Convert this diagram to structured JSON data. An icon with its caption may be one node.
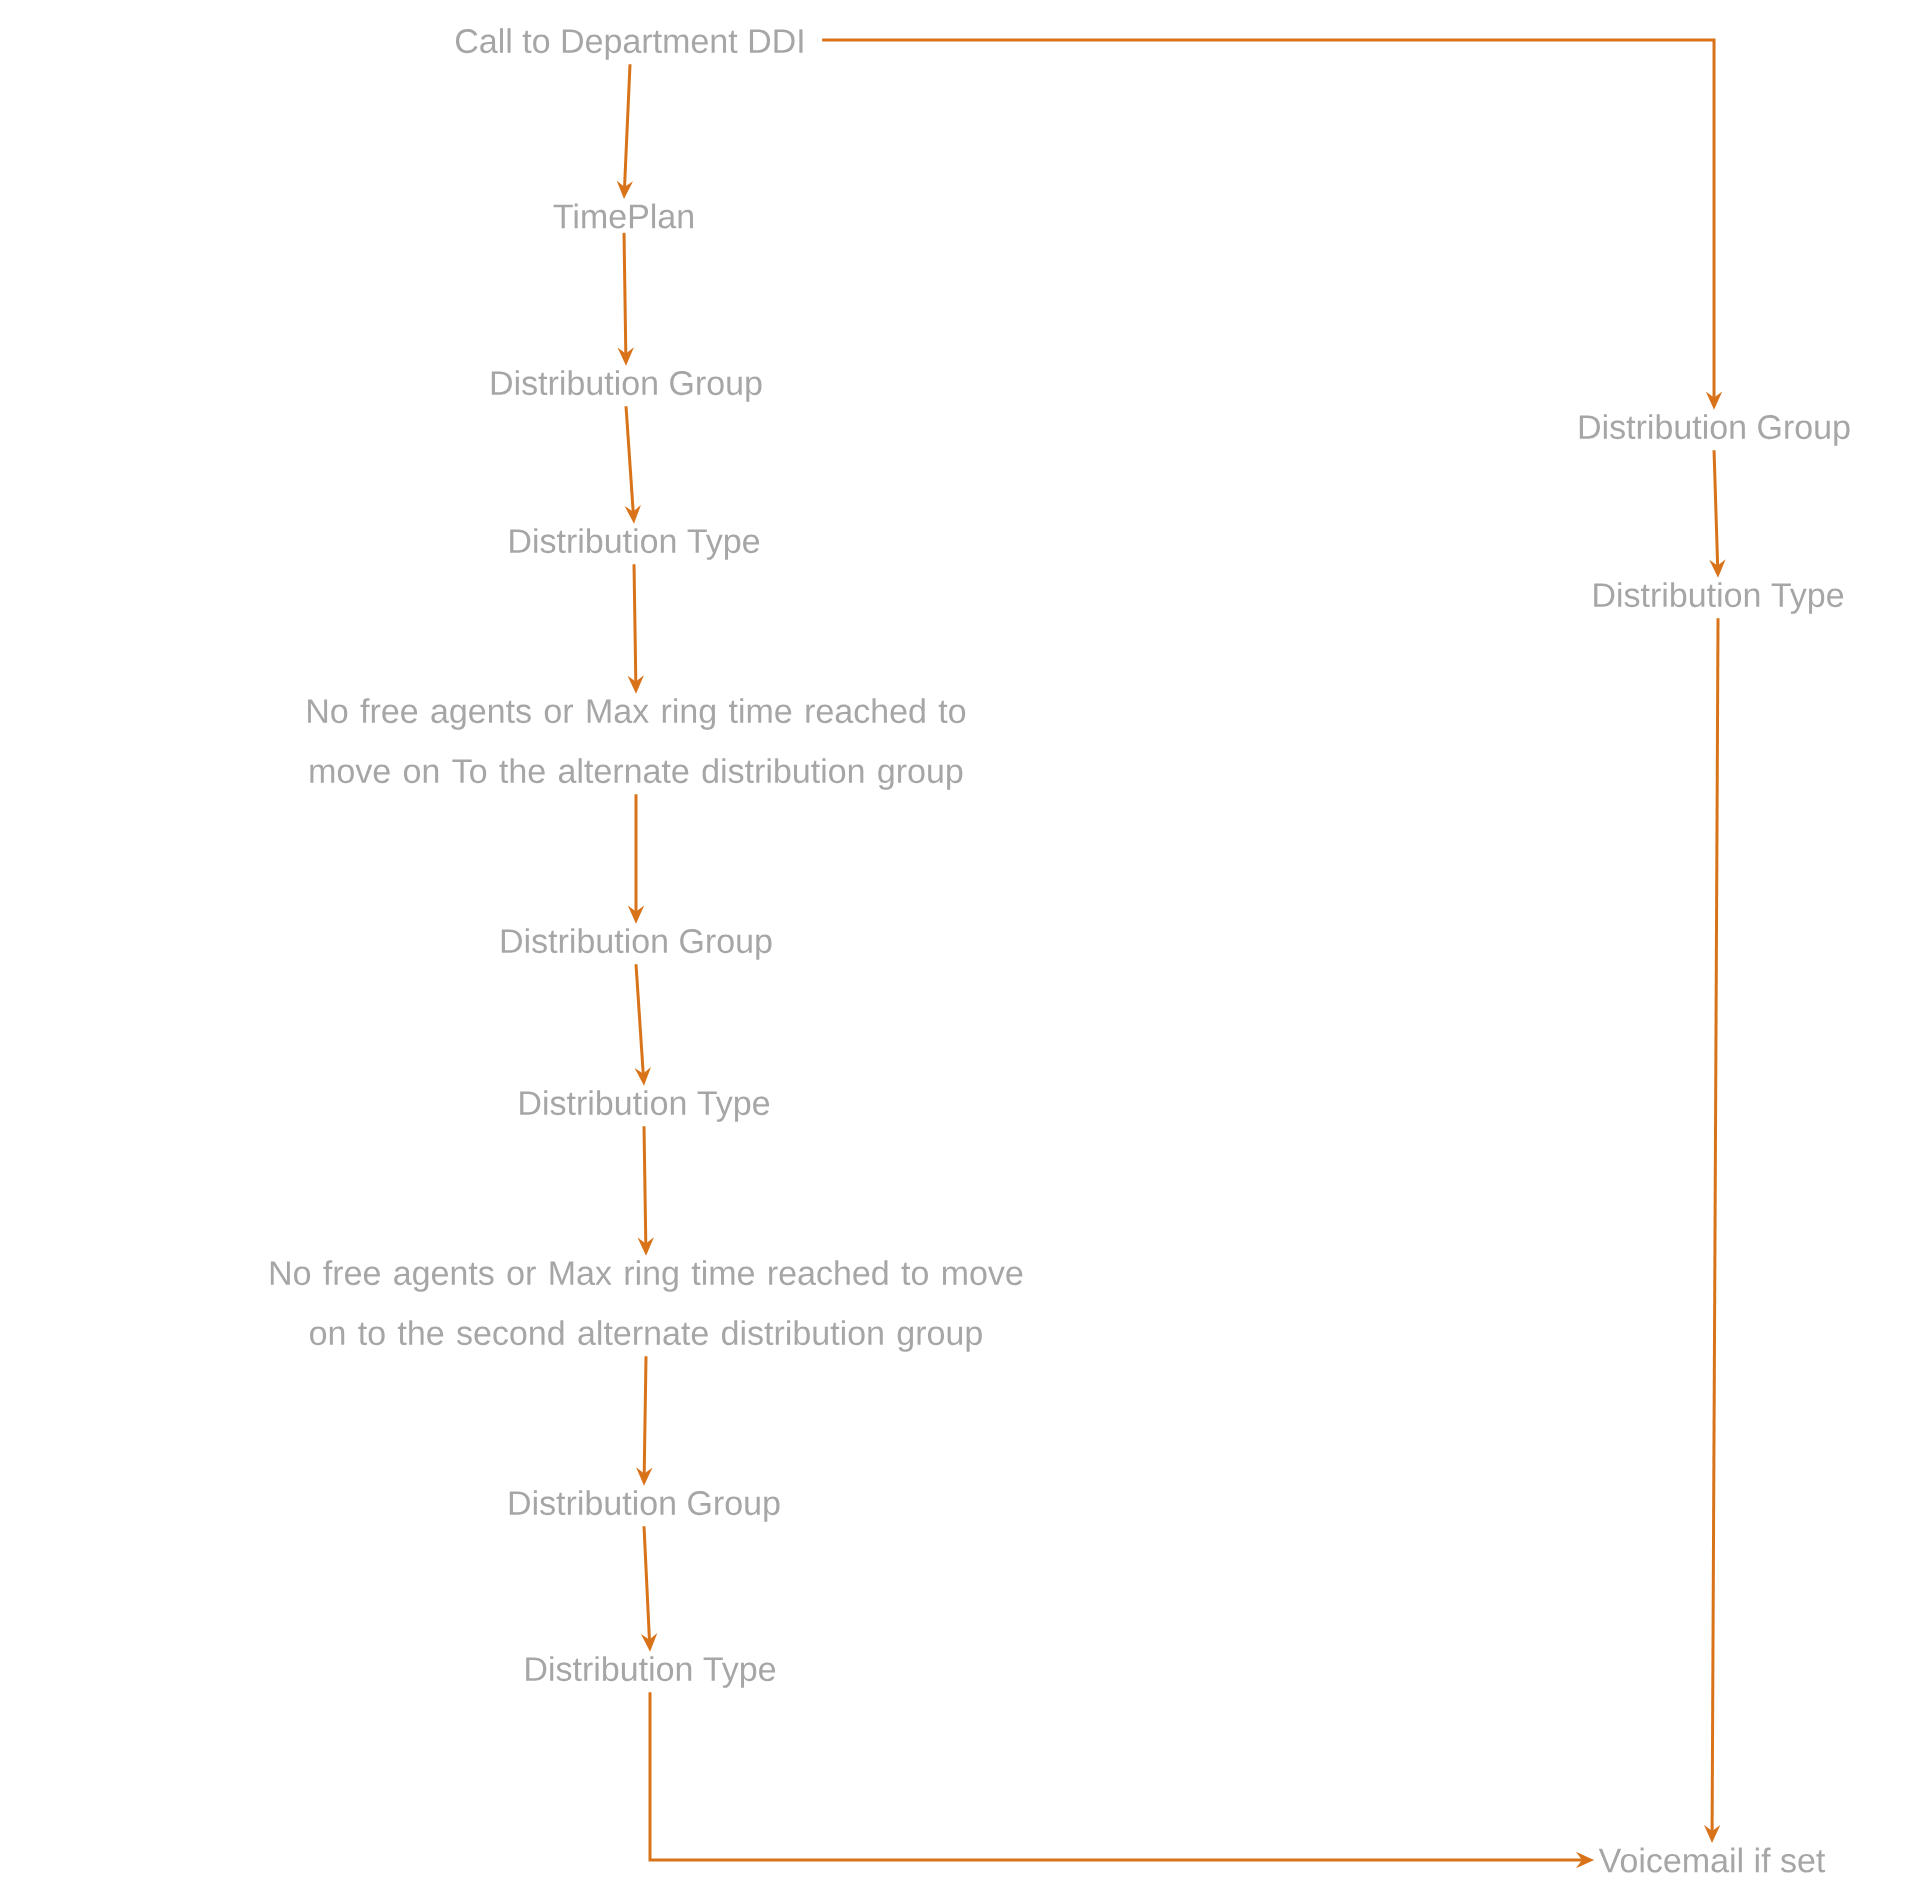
{
  "diagram": {
    "nodes": [
      {
        "text": [
          "Call to Department DDI"
        ]
      },
      {
        "text": [
          "TimePlan"
        ]
      },
      {
        "text": [
          "Distribution Group"
        ]
      },
      {
        "text": [
          "Distribution Type"
        ]
      },
      {
        "text": [
          "No free agents or Max ring time reached to move on To the alternate distribution group"
        ]
      },
      {
        "text": [
          "Distribution Group"
        ]
      },
      {
        "text": [
          "Distribution Type"
        ]
      },
      {
        "text": [
          "No free agents or Max ring time reached to move on to the second alternate distribution group"
        ]
      },
      {
        "text": [
          "Distribution Group"
        ]
      },
      {
        "text": [
          "Distribution Type"
        ]
      },
      {
        "text": [
          "Distribution Group"
        ]
      },
      {
        "text": [
          "Distribution Type"
        ]
      },
      {
        "text": [
          "Voicemail if set"
        ]
      }
    ],
    "edges": [
      {
        "from": 0,
        "to": 1,
        "arrow": "to"
      },
      {
        "from": 1,
        "to": 2,
        "arrow": "to"
      },
      {
        "from": 2,
        "to": 3,
        "arrow": "to"
      },
      {
        "from": 3,
        "to": 4,
        "arrow": "to"
      },
      {
        "from": 4,
        "to": 5,
        "arrow": "to"
      },
      {
        "from": 5,
        "to": 6,
        "arrow": "to"
      },
      {
        "from": 6,
        "to": 7,
        "arrow": "to"
      },
      {
        "from": 7,
        "to": 8,
        "arrow": "to"
      },
      {
        "from": 8,
        "to": 9,
        "arrow": "to"
      },
      {
        "from": 0,
        "to": 10,
        "arrow": "to"
      },
      {
        "from": 10,
        "to": 11,
        "arrow": "to"
      },
      {
        "from": 11,
        "to": 12,
        "arrow": "to"
      },
      {
        "from": 9,
        "to": 12,
        "arrow": "to"
      }
    ]
  }
}
